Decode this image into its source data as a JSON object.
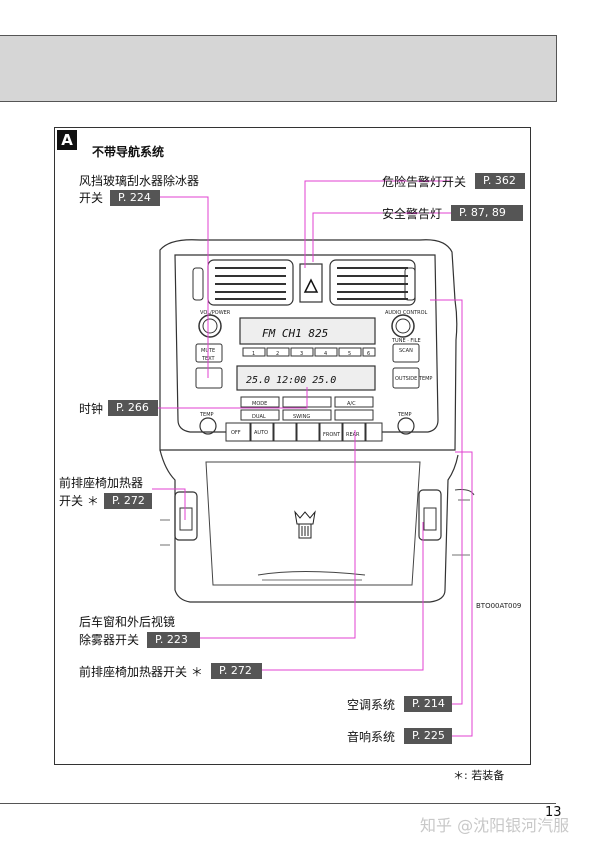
{
  "section": {
    "badge": "A",
    "title": "不带导航系统"
  },
  "labels": {
    "defroster_line1": "风挡玻璃刮水器除冰器",
    "defroster_line2": "开关",
    "defroster_ref": "P. 224",
    "hazard": "危险告警灯开关",
    "hazard_ref": "P. 362",
    "seatbelt": "安全警告灯",
    "seatbelt_ref": "P. 87, 89",
    "clock": "时钟",
    "clock_ref": "P. 266",
    "seat_heater_left_line1": "前排座椅加热器",
    "seat_heater_left_line2": "开关 ＊",
    "seat_heater_left_ref": "P. 272",
    "rear_defog_line1": "后车窗和外后视镜",
    "rear_defog_line2": "除雾器开关",
    "rear_defog_ref": "P. 223",
    "seat_heater_right": "前排座椅加热器开关 ＊",
    "seat_heater_right_ref": "P. 272",
    "ac": "空调系统",
    "ac_ref": "P. 214",
    "audio": "音响系统",
    "audio_ref": "P. 225"
  },
  "panel": {
    "lcd_radio": "FM  CH1   825",
    "lcd_climate": "25.0  12:00  25.0",
    "presets": [
      "1",
      "2",
      "3",
      "4",
      "5",
      "6"
    ],
    "vol_label": "VOL/POWER",
    "audio_control": "AUDIO CONTROL",
    "tune_file": "TUNE · FILE",
    "mute": "MUTE",
    "text": "TEXT",
    "scan": "SCAN",
    "outside_temp": "OUTSIDE TEMP",
    "mode": "MODE",
    "ac_btn": "A/C",
    "dual": "DUAL",
    "swing": "SWING",
    "off": "OFF",
    "auto": "AUTO",
    "front": "FRONT",
    "rear": "REAR",
    "temp": "TEMP",
    "fig_code": "BTO00AT009"
  },
  "footnote": "＊: 若装备",
  "page_number": "13",
  "watermark": "知乎 @沈阳银河汽服",
  "colors": {
    "leader": "#e040d0",
    "ref_bg": "#555555"
  }
}
